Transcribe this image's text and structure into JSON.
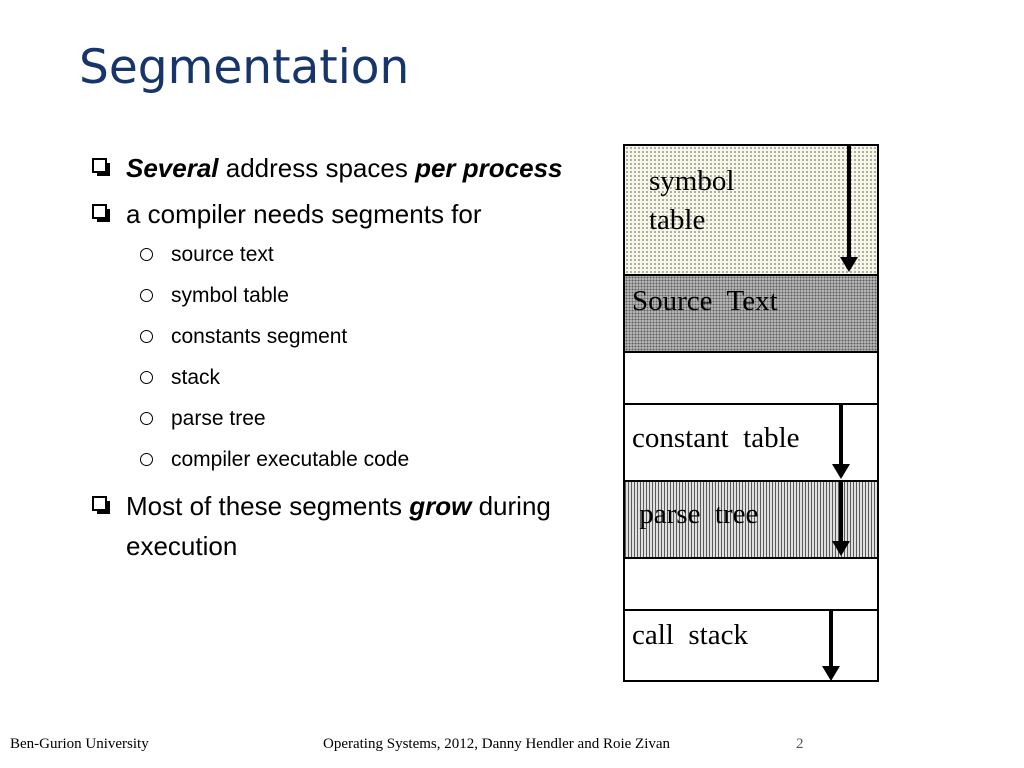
{
  "slide": {
    "title": "Segmentation",
    "bullets": [
      {
        "parts": [
          {
            "text": "Several",
            "style": "bold-italic"
          },
          {
            "text": "  address spaces ",
            "style": "normal"
          },
          {
            "text": "per process",
            "style": "bold-italic"
          }
        ]
      },
      {
        "parts": [
          {
            "text": "a compiler needs segments for",
            "style": "normal"
          }
        ],
        "subitems": [
          "source text",
          "symbol table",
          "constants segment",
          "stack",
          "parse tree",
          "compiler executable code"
        ]
      },
      {
        "parts": [
          {
            "text": "Most of these segments ",
            "style": "normal"
          },
          {
            "text": "grow",
            "style": "bold-italic"
          },
          {
            "text": " during execution",
            "style": "normal"
          }
        ]
      }
    ]
  },
  "diagram": {
    "segments": [
      {
        "label": "symbol\ntable",
        "pattern": "dots",
        "grows": true
      },
      {
        "label": "Source  Text",
        "pattern": "dense",
        "grows": false
      },
      {
        "label": "",
        "pattern": "none",
        "grows": false
      },
      {
        "label": "constant  table",
        "pattern": "none",
        "grows": true
      },
      {
        "label": " parse  tree",
        "pattern": "vlines",
        "grows": true
      },
      {
        "label": "",
        "pattern": "none",
        "grows": false
      },
      {
        "label": "call  stack",
        "pattern": "none",
        "grows": true
      }
    ]
  },
  "footer": {
    "left": "Ben-Gurion University",
    "center": "Operating Systems, 2012, Danny Hendler and Roie Zivan",
    "page": "2"
  }
}
